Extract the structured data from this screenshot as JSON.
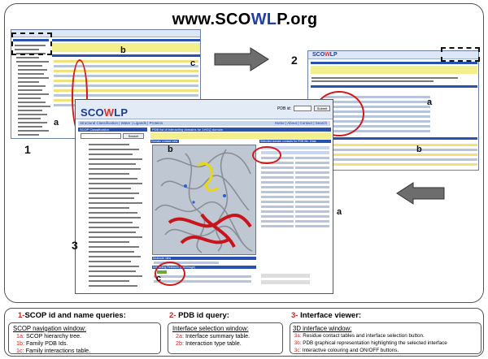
{
  "site_title": {
    "prefix": "www.SCO",
    "accent": "WL",
    "suffix": "P.org"
  },
  "screens": {
    "s1": {
      "number": "1",
      "labels": {
        "a": "a",
        "b": "b",
        "c": "c"
      }
    },
    "s2": {
      "number": "2",
      "logo_prefix": "SCO",
      "logo_accent": "W",
      "logo_suffix": "LP",
      "labels": {
        "a": "a",
        "b": "b"
      }
    },
    "s3": {
      "number": "3",
      "logo_prefix": "SCO",
      "logo_accent": "W",
      "logo_suffix": "LP",
      "nav_tabs": "Structural Classification | Water | Ligands | Proteins",
      "top_links": "Home | About | Contact | Search",
      "pdb_label": "PDB id:",
      "pdb_button": "Submit",
      "left_header": "SCOP Classification",
      "search_button": "Search",
      "list_header": "PDB list of interacting domains for 1HGQ domain",
      "view_header": "Domain contact view",
      "contacts_header": "Selected domain contacts for PDB file: 1hba",
      "molecule_view": "Molecule view",
      "interacting_residues": "Interacting Residues (Cell/Image)",
      "labels": {
        "a": "a",
        "b": "b",
        "c": "c"
      }
    }
  },
  "legend": {
    "col1": {
      "num": "1-",
      "title": "SCOP id and name queries:",
      "box_head": "SCOP navigation window:",
      "items": [
        {
          "key": "1a:",
          "text": " SCOP hierarchy tree."
        },
        {
          "key": "1b:",
          "text": " Family PDB Ids."
        },
        {
          "key": "1c:",
          "text": " Family interactions table."
        }
      ]
    },
    "col2": {
      "num": "2-",
      "title": " PDB id query:",
      "box_head": "Interface selection window:",
      "items": [
        {
          "key": "2a:",
          "text": " Interface summary table."
        },
        {
          "key": "2b:",
          "text": " Interaction type table."
        }
      ]
    },
    "col3": {
      "num": "3-",
      "title": " Interface viewer:",
      "box_head": "3D interface window:",
      "items": [
        {
          "key": "3a:",
          "text": " Residue contact tables and interface selection button."
        },
        {
          "key": "3b:",
          "text": " PDB graphical representation highlighting the selected interface"
        },
        {
          "key": "3c:",
          "text": " Interactive colouring and ON/OFF buttons."
        }
      ]
    }
  },
  "colors": {
    "accent_blue": "#1e3fa8",
    "accent_red": "#d4342b",
    "highlight_red": "#d21a1a",
    "panel_blue": "#2952b0"
  }
}
